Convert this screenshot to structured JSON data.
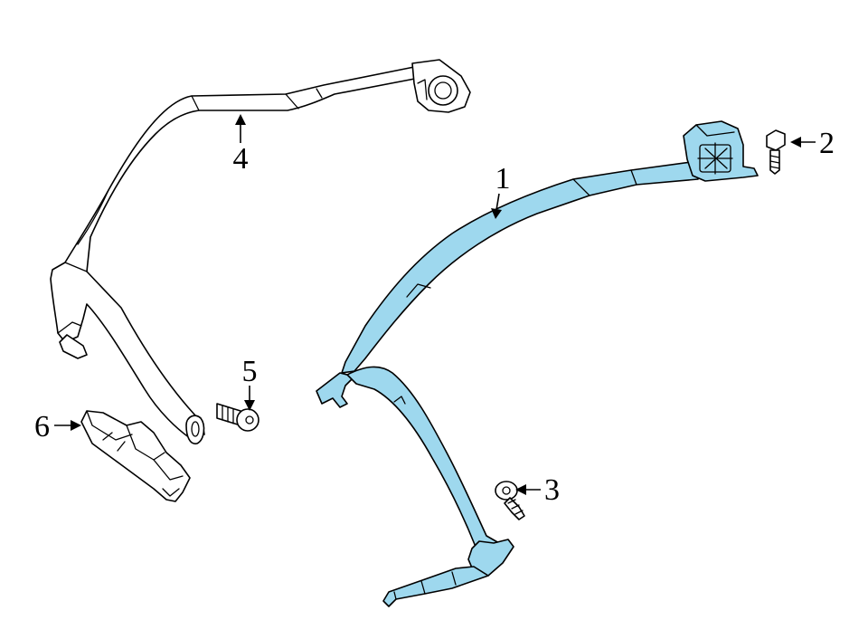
{
  "colors": {
    "highlight": "#9ed8ee",
    "line": "#000000",
    "background": "#ffffff"
  },
  "callouts": {
    "c1": "1",
    "c2": "2",
    "c3": "3",
    "c4": "4",
    "c5": "5",
    "c6": "6"
  },
  "parts": {
    "p1": "seat-belt-assembly",
    "p2": "retractor-bolt",
    "p3": "anchor-bolt",
    "p4": "belt-guide-assembly",
    "p5": "guide-bolt",
    "p6": "buckle-component"
  }
}
